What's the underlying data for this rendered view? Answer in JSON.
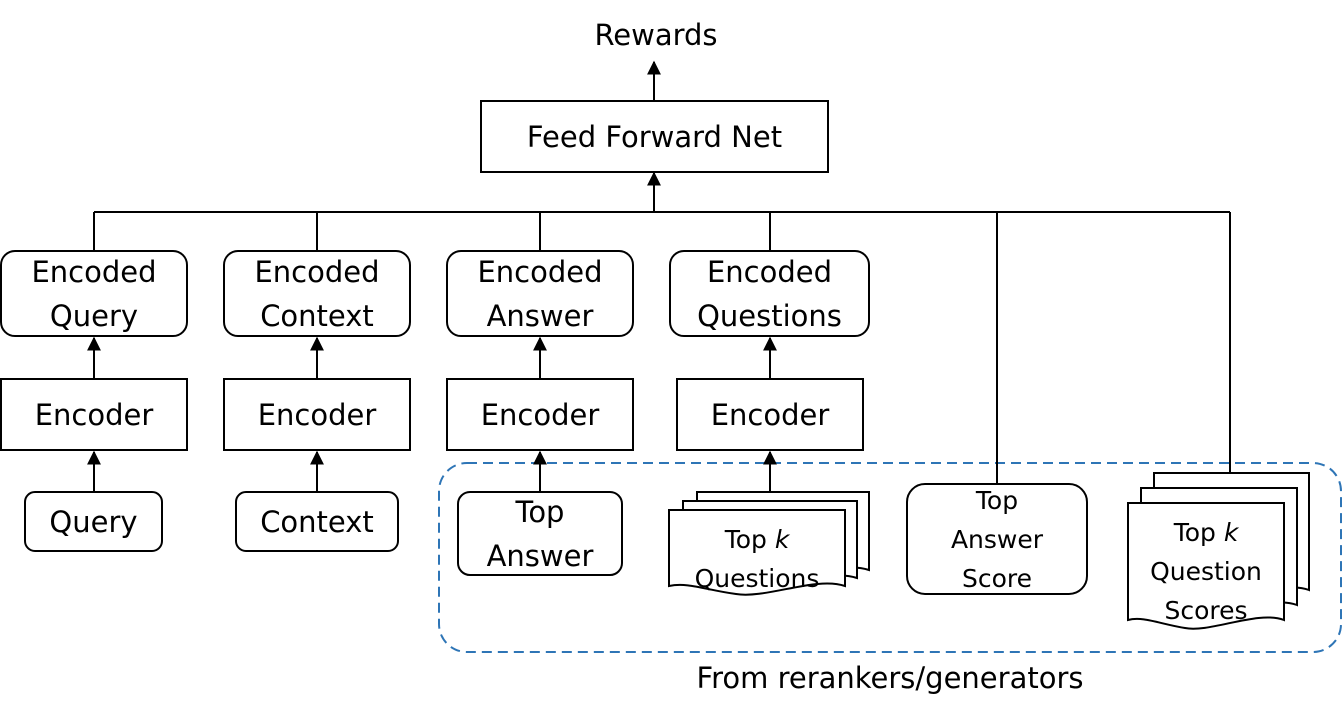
{
  "output": "Rewards",
  "ffn": "Feed Forward Net",
  "encoded": {
    "query": [
      "Encoded",
      "Query"
    ],
    "context": [
      "Encoded",
      "Context"
    ],
    "answer": [
      "Encoded",
      "Answer"
    ],
    "questions": [
      "Encoded",
      "Questions"
    ]
  },
  "encoder_label": "Encoder",
  "inputs": {
    "query": "Query",
    "context": "Context",
    "top_answer": [
      "Top",
      "Answer"
    ],
    "top_k_questions": {
      "line1_prefix": "Top ",
      "k": "k",
      "line2": "Questions"
    },
    "top_answer_score": [
      "Top",
      "Answer",
      "Score"
    ],
    "top_k_question_scores": {
      "line1_prefix": "Top ",
      "k": "k",
      "line2": "Question",
      "line3": "Scores"
    }
  },
  "group_label": "From rerankers/generators",
  "colors": {
    "stroke": "#000000",
    "group_border": "#2E75B6",
    "fill": "#ffffff"
  }
}
